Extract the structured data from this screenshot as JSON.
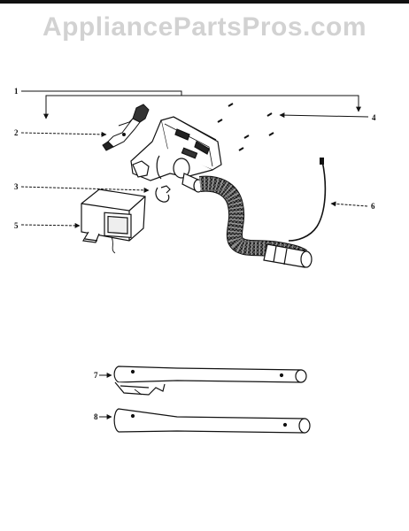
{
  "brand": {
    "watermark": "AppliancePartsPros.com"
  },
  "callouts": [
    {
      "id": "1",
      "label": "1"
    },
    {
      "id": "2",
      "label": "2"
    },
    {
      "id": "3",
      "label": "3"
    },
    {
      "id": "4",
      "label": "4"
    },
    {
      "id": "5",
      "label": "5"
    },
    {
      "id": "6",
      "label": "6"
    },
    {
      "id": "7",
      "label": "7"
    },
    {
      "id": "8",
      "label": "8"
    }
  ],
  "colors": {
    "line": "#111111",
    "watermark": "#d2d2d2",
    "background": "#ffffff"
  }
}
